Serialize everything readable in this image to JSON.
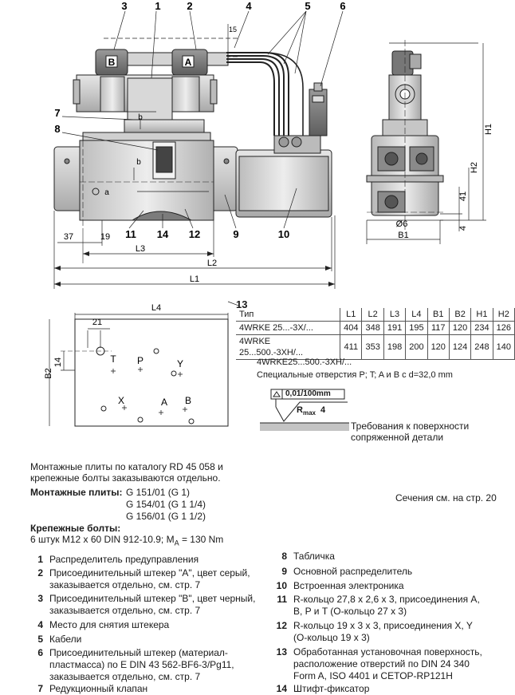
{
  "drawing": {
    "callouts": [
      "3",
      "1",
      "2",
      "4",
      "5",
      "6",
      "7",
      "8",
      "11",
      "14",
      "12",
      "9",
      "10",
      "13"
    ],
    "dims": {
      "L1": "L1",
      "L2": "L2",
      "L3": "L3",
      "L4": "L4",
      "B1": "B1",
      "B2": "B2",
      "H1": "H1",
      "H2": "H2",
      "d37": "37",
      "d19": "19",
      "d41": "41",
      "d4": "4",
      "d6": "Ø6",
      "d21": "21",
      "d14": "14",
      "d15": "15",
      "b": "b",
      "a": "a"
    },
    "plug_a": "A",
    "plug_b": "B",
    "ports": {
      "T": "T",
      "P": "P",
      "Y": "Y",
      "X": "X",
      "A": "A",
      "B": "B"
    }
  },
  "table": {
    "header": [
      "Тип",
      "L1",
      "L2",
      "L3",
      "L4",
      "B1",
      "B2",
      "H1",
      "H2"
    ],
    "rows": [
      [
        "4WRKE 25...-3X/...",
        "404",
        "348",
        "191",
        "195",
        "117",
        "120",
        "234",
        "126"
      ],
      [
        "4WRKE 25...500.-3XH/...",
        "411",
        "353",
        "198",
        "200",
        "120",
        "124",
        "248",
        "140"
      ]
    ]
  },
  "note_type": "4WRKE25...500.-3XH/...",
  "note_holes": "Специальные отверстия P; T;  A и B с d=32,0 mm",
  "surface": {
    "flatness": "0,01/100mm",
    "rmax": "R",
    "rmax_sub": "max",
    "rmax_val": "4",
    "text1": "Требования к поверхности",
    "text2": "сопряженной детали"
  },
  "info": {
    "line1": "Монтажные плиты по каталогу RD 45 058 и",
    "line2": "крепежные болты заказываются отдельно.",
    "sections": "Сечения см. на стр. 20",
    "plates_label": "Монтажные плиты:",
    "plates": [
      "G 151/01 (G 1)",
      "G 154/01 (G 1 1/4)",
      "G 156/01 (G 1 1/2)"
    ],
    "bolts_label": "Крепежные болты:",
    "bolts": "6 штук M12 x 60 DIN 912-10.9; M",
    "bolts_sub": "A",
    "bolts_end": " = 130 Nm"
  },
  "legend_left": [
    {
      "n": "1",
      "lines": [
        "Распределитель предуправления"
      ]
    },
    {
      "n": "2",
      "lines": [
        "Присоединительный штекер \"A\", цвет серый,",
        "заказывается отдельно, см. стр. 7"
      ]
    },
    {
      "n": "3",
      "lines": [
        "Присоединительный штекер \"B\", цвет черный,",
        "заказывается отдельно, см. стр. 7"
      ]
    },
    {
      "n": "4",
      "lines": [
        "Место для снятия штекера"
      ]
    },
    {
      "n": "5",
      "lines": [
        "Кабели"
      ]
    },
    {
      "n": "6",
      "lines": [
        "Присоединительный штекер (материал-",
        "пластмасса) по E DIN 43 562-BF6-3/Pg11,",
        "заказывается отдельно, см. стр. 7"
      ]
    },
    {
      "n": "7",
      "lines": [
        "Редукционный клапан"
      ]
    }
  ],
  "legend_right": [
    {
      "n": "8",
      "lines": [
        "Табличка"
      ]
    },
    {
      "n": "9",
      "lines": [
        "Основной распределитель"
      ]
    },
    {
      "n": "10",
      "lines": [
        "Встроенная электроника"
      ]
    },
    {
      "n": "11",
      "lines": [
        "R-кольцо 27,8 x 2,6 x 3, присоединения A,",
        "B, P и T (O-кольцо 27 x 3)"
      ]
    },
    {
      "n": "12",
      "lines": [
        "R-кольцо 19 x 3 x 3, присоединения X, Y",
        "(O-кольцо 19 x 3)"
      ]
    },
    {
      "n": "13",
      "lines": [
        "Обработанная установочная поверхность,",
        "расположение отверстий по DIN 24 340",
        "Form A, ISO 4401 и CETOP-RP121H"
      ]
    },
    {
      "n": "14",
      "lines": [
        "Штифт-фиксатор"
      ]
    }
  ]
}
